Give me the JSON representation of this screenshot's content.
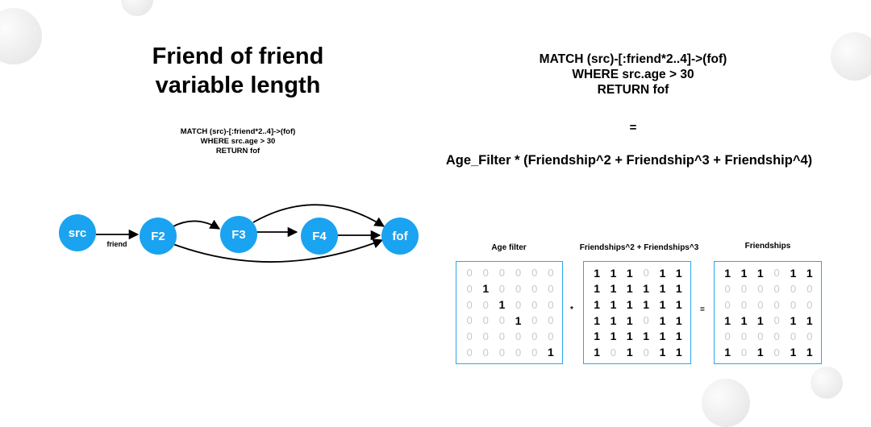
{
  "left_panel": {
    "title_line1": "Friend of friend",
    "title_line2": "variable length",
    "query_line1": "MATCH (src)-[:friend*2..4]->(fof)",
    "query_line2": "WHERE src.age > 30",
    "query_line3": "RETURN fof"
  },
  "graph": {
    "nodes": [
      "src",
      "F2",
      "F3",
      "F4",
      "fof"
    ],
    "edge_label": "friend",
    "node_color": "#1aa3f0"
  },
  "right_panel": {
    "query_line1": "MATCH (src)-[:friend*2..4]->(fof)",
    "query_line2": "WHERE src.age > 30",
    "query_line3": "RETURN fof",
    "equals": "=",
    "formula": "Age_Filter * (Friendship^2 + Friendship^3 + Friendship^4)"
  },
  "matrices": {
    "age_filter": {
      "title": "Age filter",
      "rows": [
        [
          0,
          0,
          0,
          0,
          0,
          0
        ],
        [
          0,
          1,
          0,
          0,
          0,
          0
        ],
        [
          0,
          0,
          1,
          0,
          0,
          0
        ],
        [
          0,
          0,
          0,
          1,
          0,
          0
        ],
        [
          0,
          0,
          0,
          0,
          0,
          0
        ],
        [
          0,
          0,
          0,
          0,
          0,
          1
        ]
      ]
    },
    "friendships_powers": {
      "title": "Friendships^2 + Friendships^3",
      "rows": [
        [
          1,
          1,
          1,
          0,
          1,
          1
        ],
        [
          1,
          1,
          1,
          1,
          1,
          1
        ],
        [
          1,
          1,
          1,
          1,
          1,
          1
        ],
        [
          1,
          1,
          1,
          0,
          1,
          1
        ],
        [
          1,
          1,
          1,
          1,
          1,
          1
        ],
        [
          1,
          0,
          1,
          0,
          1,
          1
        ]
      ]
    },
    "friendships": {
      "title": "Friendships",
      "rows": [
        [
          1,
          1,
          1,
          0,
          1,
          1
        ],
        [
          0,
          0,
          0,
          0,
          0,
          0
        ],
        [
          0,
          0,
          0,
          0,
          0,
          0
        ],
        [
          1,
          1,
          1,
          0,
          1,
          1
        ],
        [
          0,
          0,
          0,
          0,
          0,
          0
        ],
        [
          1,
          0,
          1,
          0,
          1,
          1
        ]
      ]
    },
    "multiply_op": "*",
    "equals_op": "=",
    "border_color": "#2aa7ec"
  }
}
